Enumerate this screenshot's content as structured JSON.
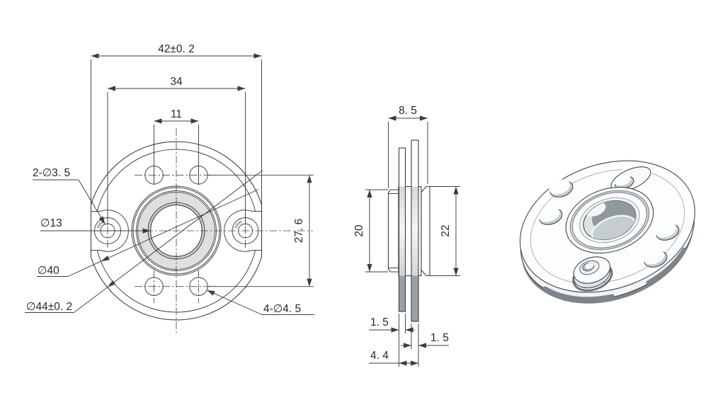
{
  "drawing": {
    "front": {
      "across_flats": "42±0. 2",
      "side_hole_span": "34",
      "hole_pitch_x": "11",
      "hole_pitch_y": "27. 6",
      "side_holes": "2-∅3. 5",
      "bore": "∅13",
      "step_diameter": "∅40",
      "outer_diameter": "∅44±0. 2",
      "mount_holes": "4-∅4. 5"
    },
    "side": {
      "hub_width": "8. 5",
      "rear_boss_diameter": "20",
      "front_boss_diameter": "22",
      "rear_disc_thickness": "1. 5",
      "front_disc_thickness": "1. 5",
      "disc_pair_span": "4. 4"
    },
    "colors": {
      "body_fill": "#e9eaeb",
      "line": "#3b3e41",
      "hub_shade": "#9aa1a6",
      "disc_shade": "#9aa0a4",
      "counterbore_highlight": "#cfaac9",
      "iso_dark_band": "#7d848a"
    }
  }
}
